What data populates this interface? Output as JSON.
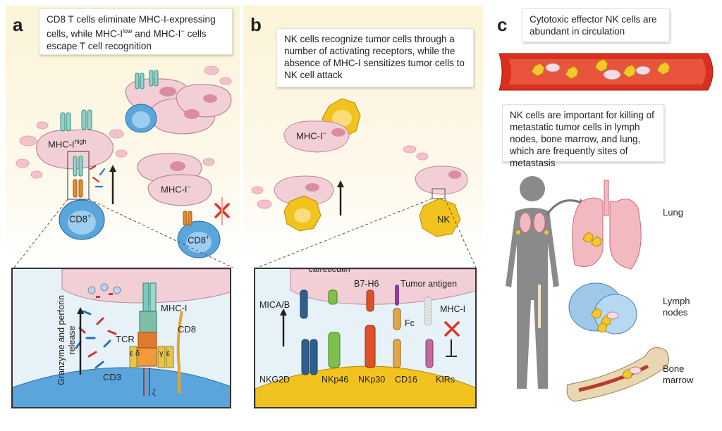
{
  "panel_a": {
    "label": "a",
    "callout": "CD8 T cells eliminate MHC-I-expressing cells, while MHC-I",
    "callout_sup1": "low",
    "callout_mid": " and MHC-I",
    "callout_sup2": "−",
    "callout_end": " cells escape T cell recognition",
    "mhc_high_base": "MHC-I",
    "mhc_high_sup": "high",
    "mhc_neg_base": "MHC-I",
    "mhc_neg_sup": "−",
    "cd8_base": "CD8",
    "cd8_sup": "+",
    "inset_vertical": "Granzyme and perforin release",
    "inset_mhc": "MHC-I",
    "inset_tcr": "TCR",
    "inset_cd8": "CD8",
    "inset_cd3": "CD3",
    "inset_eps": "ε",
    "inset_delta": "δ",
    "inset_gamma": "γ",
    "inset_eps2": "ε",
    "inset_zeta": "ζ"
  },
  "panel_b": {
    "label": "b",
    "callout": "NK cells recognize tumor cells through a number of activating receptors, while the absence of MHC-I sensitizes tumor cells to NK cell attack",
    "mhc_neg_base": "MHC-I",
    "mhc_neg_sup": "−",
    "nk": "NK",
    "ext_calreticulin": "Externalized calreticulin",
    "b7h6": "B7-H6",
    "tumor_antigen": "Tumor antigen",
    "mica": "MICA/B",
    "mhc_i": "MHC-I",
    "fc": "Fc",
    "nkg2d": "NKG2D",
    "nkp46": "NKp46",
    "nkp30": "NKp30",
    "cd16": "CD16",
    "kirs": "KIRs"
  },
  "panel_c": {
    "label": "c",
    "callout_top": "Cytotoxic effector NK cells are abundant in circulation",
    "callout_mid": "NK cells are important for killing of metastatic tumor cells  in lymph nodes, bone marrow, and lung, which are frequently sites of metastasis",
    "lung": "Lung",
    "lymph": "Lymph nodes",
    "bone": "Bone marrow"
  },
  "colors": {
    "panel_bg": "#fbf4d8",
    "inset_bg": "#e6f1f8",
    "tumor_cell": "#f2cfd6",
    "tumor_nucleus": "#d98ea0",
    "t_cell": "#5aa6dc",
    "nk_cell": "#f2c21e",
    "vessel": "#d9301f",
    "red_x": "#e03527"
  }
}
